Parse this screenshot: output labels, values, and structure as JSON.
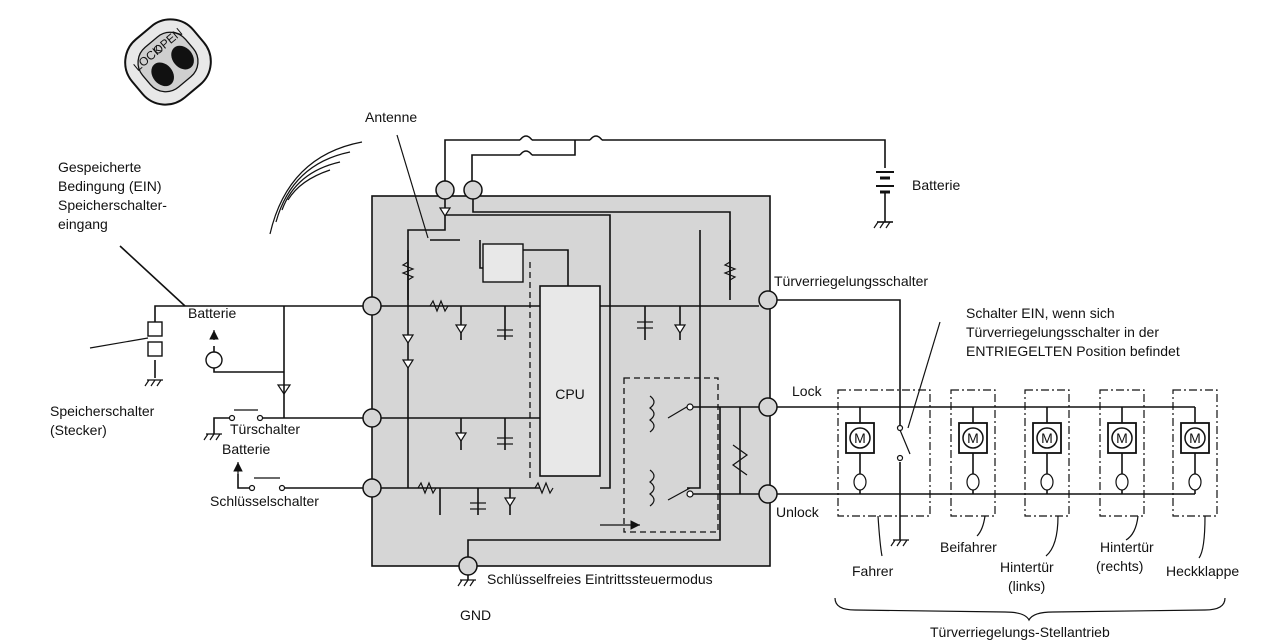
{
  "remote": {
    "open_label": "OPEN",
    "lock_label": "LOCK"
  },
  "labels": {
    "antenna": "Antenne",
    "stored_condition_1": "Gespeicherte",
    "stored_condition_2": "Bedingung (EIN)",
    "memory_input_1": "Speicherschalter-",
    "memory_input_2": "eingang",
    "battery_top": "Batterie",
    "battery_left": "Batterie",
    "battery_mid": "Batterie",
    "memory_switch_1": "Speicherschalter",
    "memory_switch_2": "(Stecker)",
    "door_switch": "Türschalter",
    "key_switch": "Schlüsselschalter",
    "cpu": "CPU",
    "door_lock_switch": "Türverriegelungsschalter",
    "switch_on_1": "Schalter EIN, wenn sich",
    "switch_on_2": "Türverriegelungsschalter in der",
    "switch_on_3": "ENTRIEGELTEN Position befindet",
    "lock": "Lock",
    "unlock": "Unlock",
    "keyless_mode": "Schlüsselfreies Eintrittssteuermodus",
    "gnd": "GND",
    "actuator": "Türverriegelungs-Stellantrieb"
  },
  "motors": [
    {
      "symbol": "M",
      "name_1": "Fahrer",
      "name_2": ""
    },
    {
      "symbol": "M",
      "name_1": "Beifahrer",
      "name_2": ""
    },
    {
      "symbol": "M",
      "name_1": "Hintertür",
      "name_2": "(links)"
    },
    {
      "symbol": "M",
      "name_1": "Hintertür",
      "name_2": "(rechts)"
    },
    {
      "symbol": "M",
      "name_1": "Heckklappe",
      "name_2": ""
    }
  ],
  "colors": {
    "ecu_fill": "#d6d6d6",
    "line": "#111111",
    "background": "#ffffff"
  }
}
